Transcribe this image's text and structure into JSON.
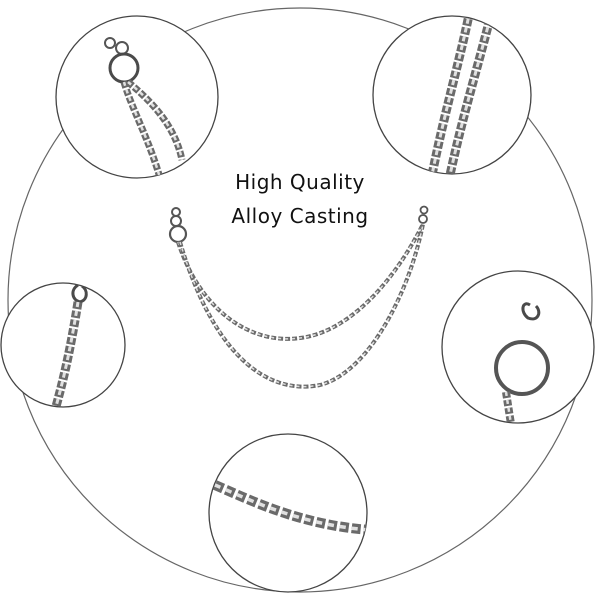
{
  "headline": {
    "line1": "High Quality",
    "line2": "Alloy Casting"
  },
  "colors": {
    "background": "#ffffff",
    "outline": "#444444",
    "chain_dark": "#5a5a5a",
    "chain_light": "#c8c8c8"
  },
  "detail_views": [
    {
      "name": "ring-with-chains-closeup"
    },
    {
      "name": "parallel-chains-closeup"
    },
    {
      "name": "lobster-clasp-closeup"
    },
    {
      "name": "ring-and-clasp-closeup"
    },
    {
      "name": "chain-link-closeup"
    }
  ]
}
